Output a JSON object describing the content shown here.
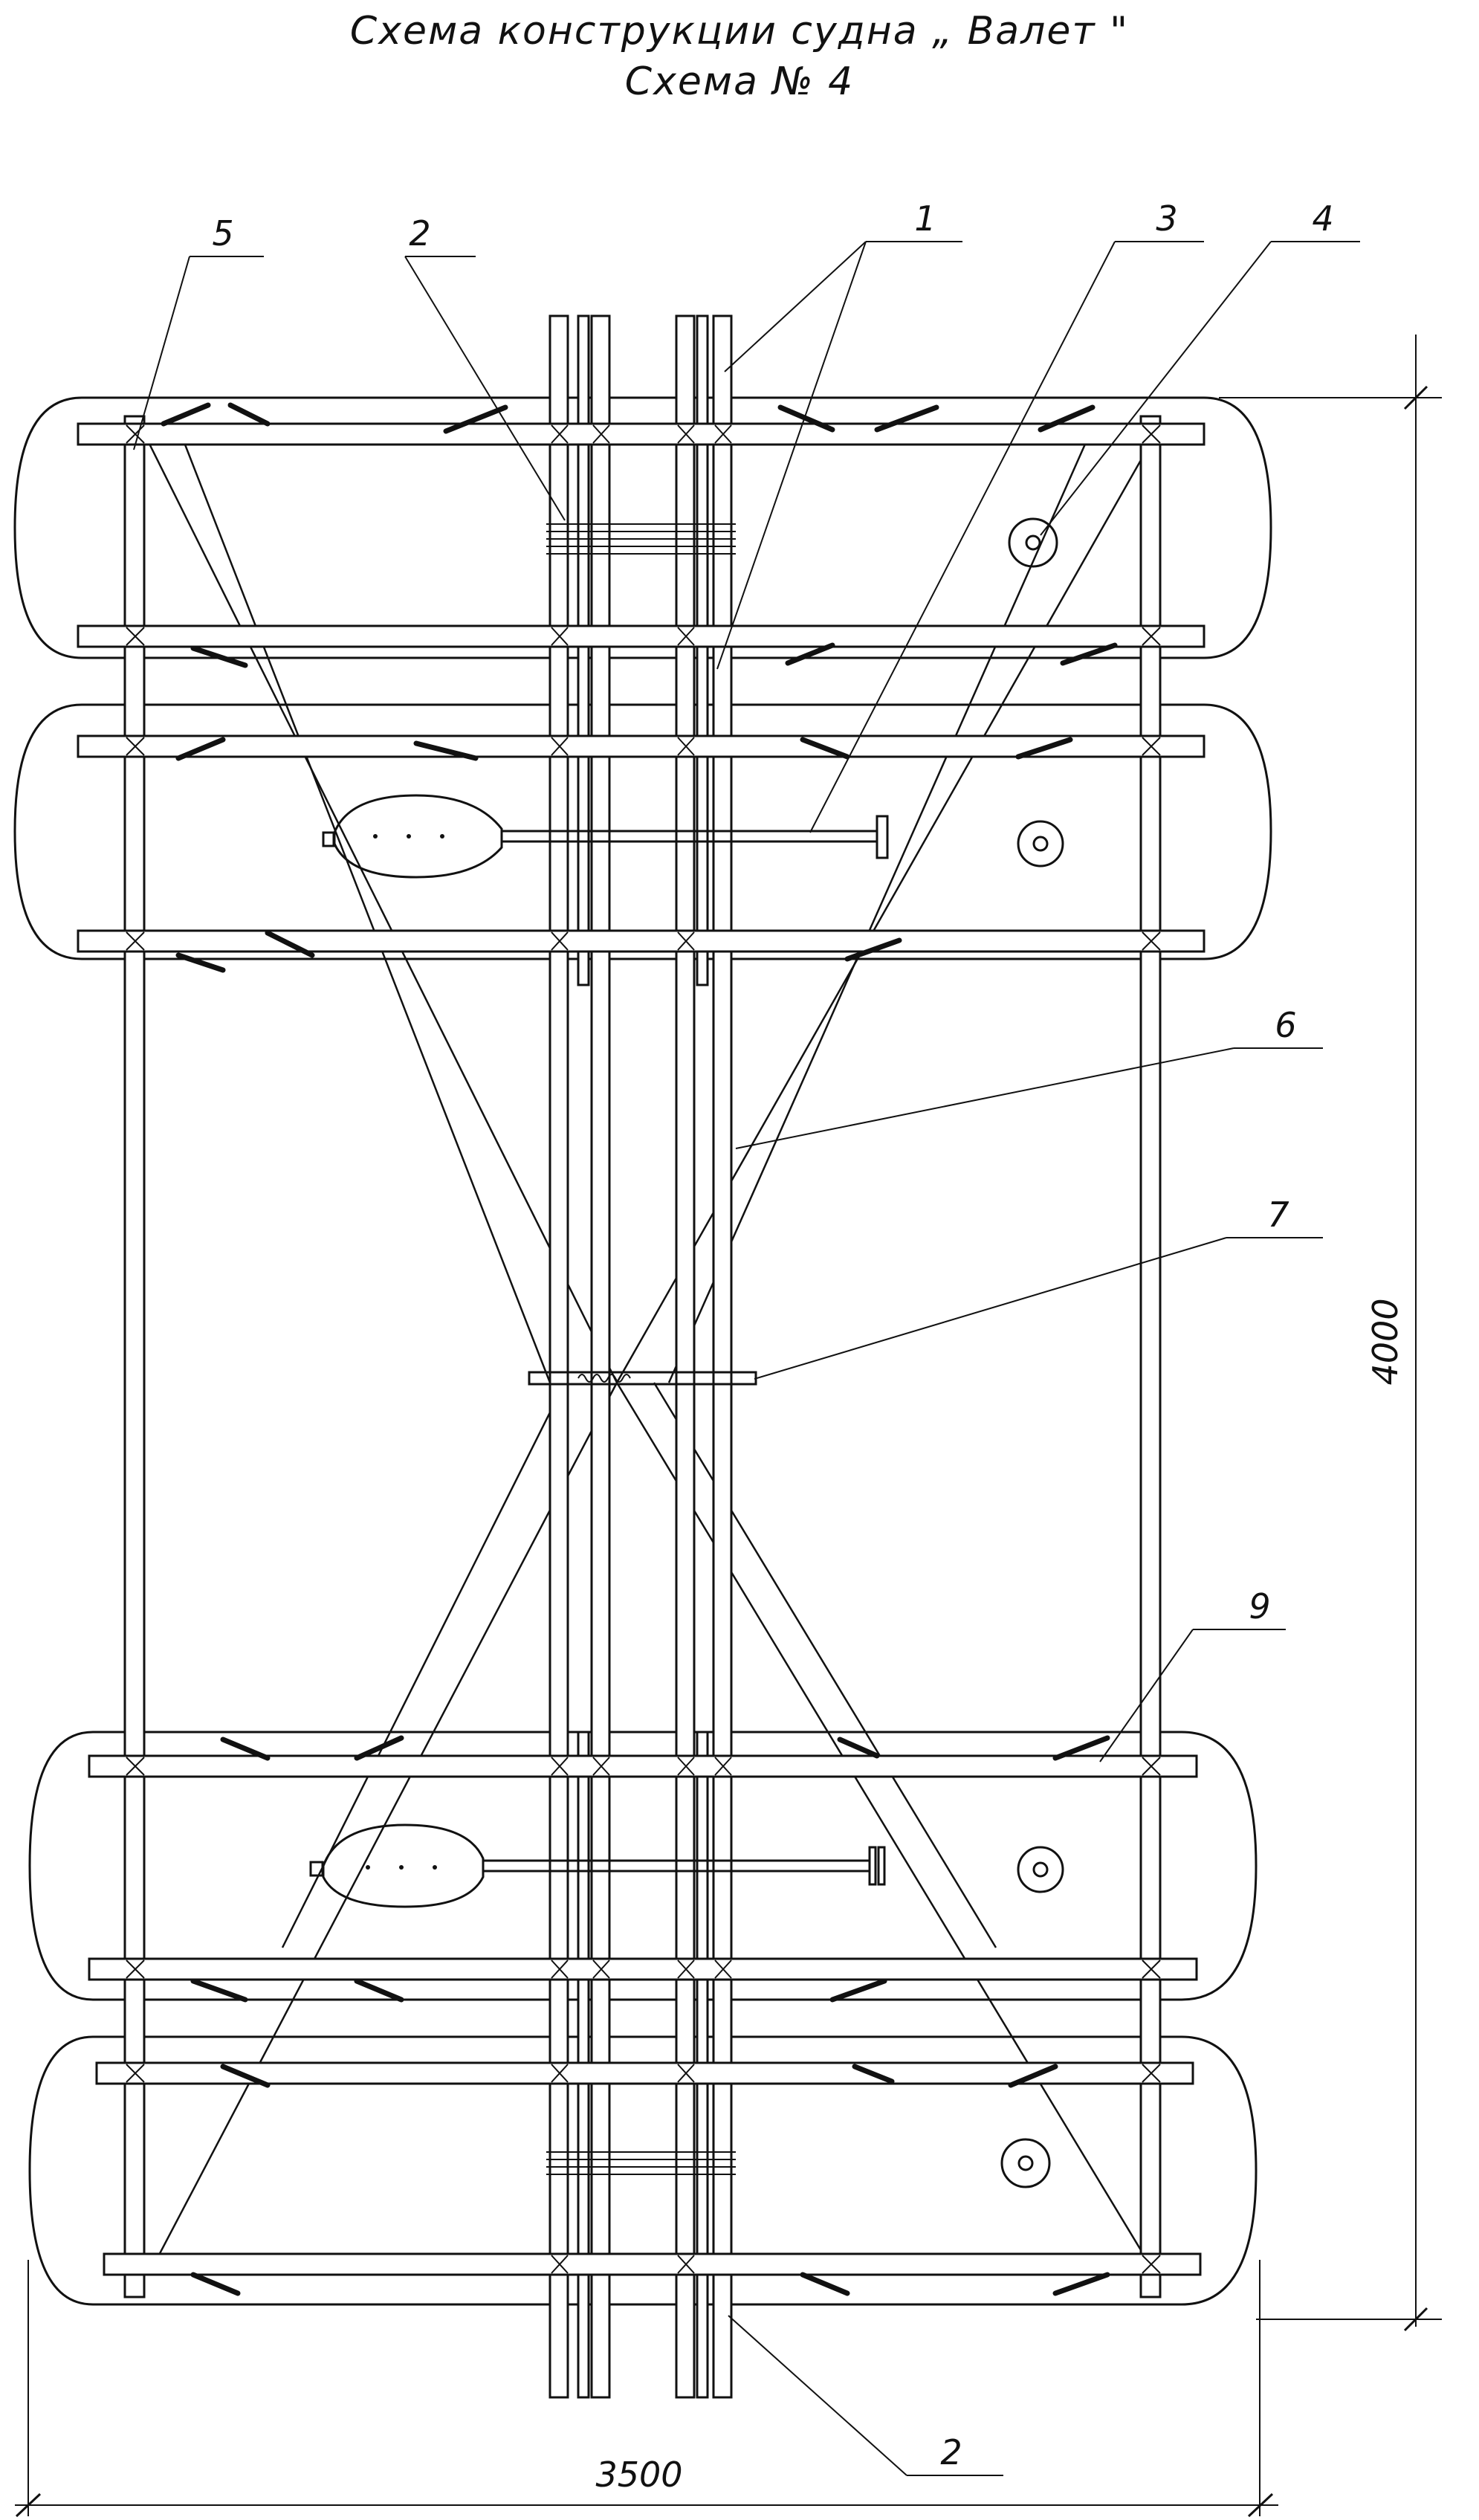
{
  "title": {
    "line1": "Схема конструкции судна „ Валет \"",
    "line2": "Схема № 4"
  },
  "callouts": [
    {
      "id": "label-5-top",
      "text": "5"
    },
    {
      "id": "label-2-top",
      "text": "2"
    },
    {
      "id": "label-1-top",
      "text": "1"
    },
    {
      "id": "label-3-top",
      "text": "3"
    },
    {
      "id": "label-4-top",
      "text": "4"
    },
    {
      "id": "label-6",
      "text": "6"
    },
    {
      "id": "label-7",
      "text": "7"
    },
    {
      "id": "label-9",
      "text": "9"
    },
    {
      "id": "label-2-bottom",
      "text": "2"
    }
  ],
  "dimensions": {
    "height": "4000",
    "width": "3500"
  }
}
